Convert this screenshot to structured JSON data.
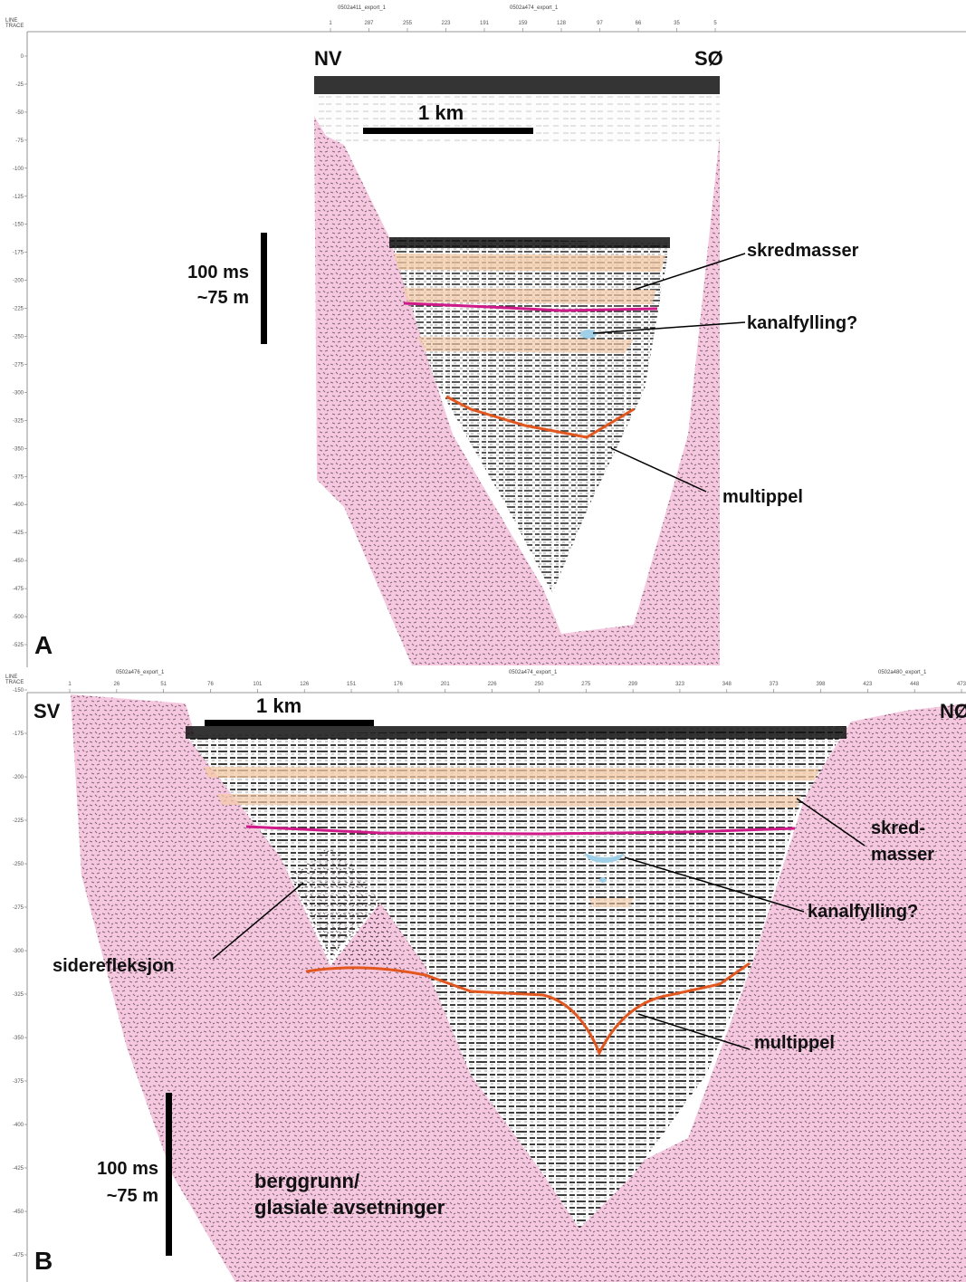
{
  "header": {
    "line_label": "LINE",
    "trace_label": "TRACE"
  },
  "panel_a": {
    "letter": "A",
    "direction_left": "NV",
    "direction_right": "SØ",
    "scale_bar_label": "1 km",
    "vertical_scale_line1": "100 ms",
    "vertical_scale_line2": "~75 m",
    "line_names": [
      "0502a411_export_1",
      "0502a474_export_1"
    ],
    "trace_ticks": [
      "1",
      "287",
      "255",
      "223",
      "191",
      "159",
      "128",
      "97",
      "66",
      "35",
      "5"
    ],
    "time_ticks": [
      "0",
      "-25",
      "-50",
      "-75",
      "-100",
      "-125",
      "-150",
      "-175",
      "-200",
      "-225",
      "-250",
      "-275",
      "-300",
      "-325",
      "-350",
      "-375",
      "-400",
      "-425",
      "-450",
      "-475",
      "-500",
      "-525"
    ],
    "annotations": {
      "slide": "skredmasser",
      "channel": "kanalfylling?",
      "multiple": "multippel"
    }
  },
  "panel_b": {
    "letter": "B",
    "direction_left": "SV",
    "direction_right": "NØ",
    "scale_bar_label": "1 km",
    "vertical_scale_line1": "100 ms",
    "vertical_scale_line2": "~75 m",
    "line_names": [
      "0502a476_export_1",
      "0502a474_export_1",
      "0502a480_export_1"
    ],
    "trace_ticks": [
      "1",
      "26",
      "51",
      "76",
      "101",
      "126",
      "151",
      "176",
      "201",
      "226",
      "250",
      "275",
      "299",
      "323",
      "348",
      "373",
      "398",
      "423",
      "448",
      "473"
    ],
    "time_ticks": [
      "-150",
      "-175",
      "-200",
      "-225",
      "-250",
      "-275",
      "-300",
      "-325",
      "-350",
      "-375",
      "-400",
      "-425",
      "-450",
      "-475"
    ],
    "annotations": {
      "slide_line1": "skred-",
      "slide_line2": "masser",
      "channel": "kanalfylling?",
      "side_reflection": "siderefleksjon",
      "multiple": "multippel",
      "bedrock_line1": "berggrunn/",
      "bedrock_line2": "glasiale avsetninger"
    }
  },
  "colors": {
    "bedrock_fill": "#f6c8e0",
    "slide_mass": "#f4c9a6",
    "channel_fill": "#9fd0e8",
    "magenta_reflector": "#d01a8a",
    "orange_reflector": "#e2571f",
    "label_text": "#111111"
  }
}
